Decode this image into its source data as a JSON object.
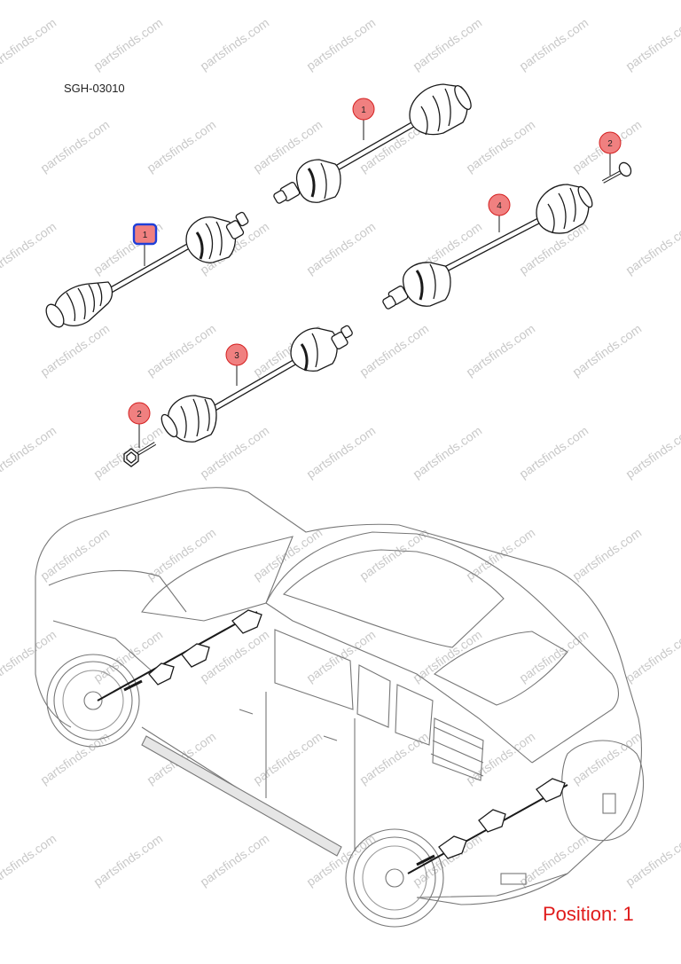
{
  "diagram_code": "SGH-03010",
  "position_label": "Position: 1",
  "watermark_text": "partsfinds.com",
  "callouts": [
    {
      "id": "callout-1-selected",
      "label": "1",
      "style": "selected"
    },
    {
      "id": "callout-1-top",
      "label": "1",
      "style": "red"
    },
    {
      "id": "callout-2-right",
      "label": "2",
      "style": "red"
    },
    {
      "id": "callout-4",
      "label": "4",
      "style": "red"
    },
    {
      "id": "callout-3",
      "label": "3",
      "style": "red"
    },
    {
      "id": "callout-2-left",
      "label": "2",
      "style": "red"
    }
  ],
  "colors": {
    "callout_fill": "#f08080",
    "callout_stroke": "#d42020",
    "selected_stroke": "#1f3fd8",
    "position_text": "#e01b1b",
    "line": "#1a1a1a"
  }
}
